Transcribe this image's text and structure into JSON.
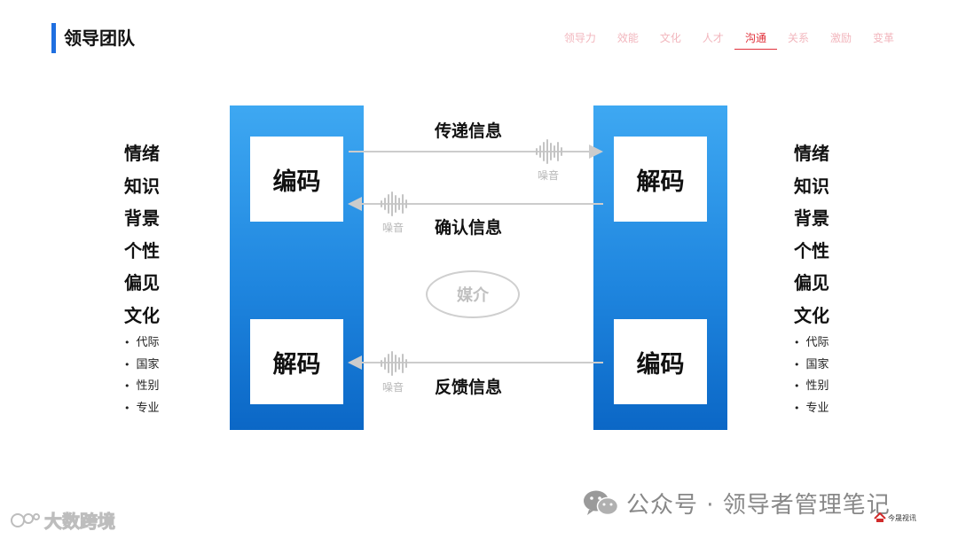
{
  "header": {
    "title": "领导团队"
  },
  "nav": {
    "items": [
      "领导力",
      "效能",
      "文化",
      "人才",
      "沟通",
      "关系",
      "激励",
      "变革"
    ],
    "active_index": 4
  },
  "sender": {
    "encode_label": "编码",
    "decode_label": "解码",
    "traits": [
      "情绪",
      "知识",
      "背景",
      "个性",
      "偏见",
      "文化"
    ],
    "sub_items": [
      "代际",
      "国家",
      "性别",
      "专业"
    ]
  },
  "receiver": {
    "decode_label": "解码",
    "encode_label": "编码",
    "traits": [
      "情绪",
      "知识",
      "背景",
      "个性",
      "偏见",
      "文化"
    ],
    "sub_items": [
      "代际",
      "国家",
      "性别",
      "专业"
    ]
  },
  "messages": {
    "send": "传递信息",
    "confirm": "确认信息",
    "feedback": "反馈信息"
  },
  "noise_label": "噪音",
  "medium_label": "媒介",
  "footer": {
    "wechat": "公众号 · 领导者管理笔记",
    "watermark_left": "大数跨境",
    "logo_text": "今晟视讯"
  },
  "colors": {
    "accent": "#1f6fe0",
    "panel_top": "#3ea8f2",
    "panel_bottom": "#0b67c6",
    "nav_active": "#e0303a",
    "nav_inactive": "#f2b6bd",
    "arrow": "#cccccc",
    "noise": "#b8b8b8"
  }
}
